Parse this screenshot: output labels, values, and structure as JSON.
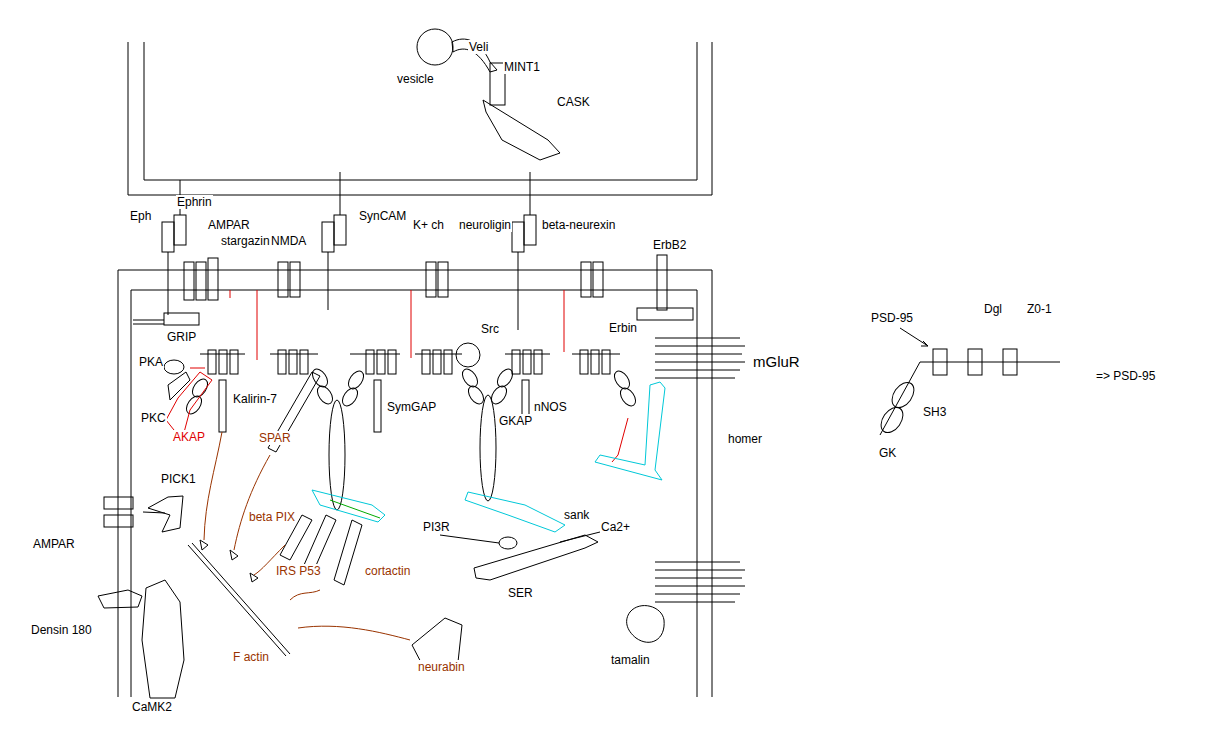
{
  "diagram": {
    "labels": [
      "Veli",
      "MINT1",
      "vesicle",
      "CASK",
      "Eph",
      "Ephrin",
      "AMPAR",
      "stargazin",
      "NMDA",
      "SynCAM",
      "K+ ch",
      "neuroligin",
      "beta-neurexin",
      "ErbB2",
      "GRIP",
      "Erbin",
      "mGluR",
      "Src",
      "PKA",
      "PKC",
      "AKAP",
      "Kalirin-7",
      "SymGAP",
      "nNOS",
      "GKAP",
      "homer",
      "SPAR",
      "PICK1",
      "beta PIX",
      "sank",
      "Ca2+",
      "AMPAR",
      "PI3R",
      "IRS P53",
      "cortactin",
      "SER",
      "Densin 180",
      "tamalin",
      "F actin",
      "neurabin",
      "CaMK2",
      "PSD-95",
      "Dgl",
      "Z0-1",
      "SH3",
      "GK",
      "=> PSD-95"
    ]
  }
}
